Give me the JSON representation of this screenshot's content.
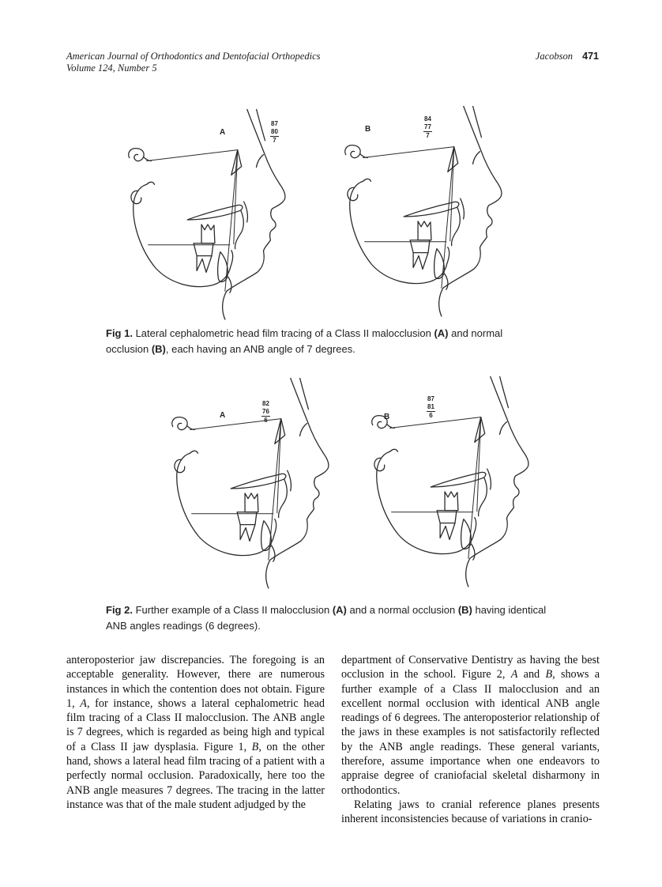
{
  "header": {
    "journal_line1": "American Journal of Orthodontics and Dentofacial Orthopedics",
    "journal_line2": "Volume 124, Number 5",
    "author": "Jacobson",
    "page_number": "471"
  },
  "figures": [
    {
      "id": "fig1",
      "tracings": [
        {
          "label": "A",
          "sna": "87",
          "snb": "80",
          "anb": "7"
        },
        {
          "label": "B",
          "sna": "84",
          "snb": "77",
          "anb": "7"
        }
      ],
      "caption_runs": [
        {
          "t": "Fig 1.",
          "b": 1
        },
        {
          "t": "  Lateral cephalometric head film tracing of a Class II malocclusion "
        },
        {
          "t": "(A)",
          "b": 1
        },
        {
          "t": " and normal occlusion "
        },
        {
          "t": "(B)",
          "b": 1
        },
        {
          "t": ", each having an ANB angle of 7 degrees."
        }
      ]
    },
    {
      "id": "fig2",
      "tracings": [
        {
          "label": "A",
          "sna": "82",
          "snb": "76",
          "anb": "6"
        },
        {
          "label": "B",
          "sna": "87",
          "snb": "81",
          "anb": "6"
        }
      ],
      "caption_runs": [
        {
          "t": "Fig 2.",
          "b": 1
        },
        {
          "t": "  Further example of a Class II malocclusion "
        },
        {
          "t": "(A)",
          "b": 1
        },
        {
          "t": " and a normal occlusion "
        },
        {
          "t": "(B)",
          "b": 1
        },
        {
          "t": " having identical ANB angles readings (6 degrees)."
        }
      ]
    }
  ],
  "body": {
    "left_paragraphs": [
      [
        {
          "t": "anteroposterior jaw discrepancies. The foregoing is an acceptable generality. However, there are numerous instances in which the contention does not obtain. Figure 1, "
        },
        {
          "t": "A",
          "i": 1
        },
        {
          "t": ", for instance, shows a lateral cephalometric head film tracing of a Class II malocclusion. The ANB angle is 7 degrees, which is regarded as being high and typical of a Class II jaw dysplasia. Figure 1, "
        },
        {
          "t": "B",
          "i": 1
        },
        {
          "t": ", on the other hand, shows a lateral head film tracing of a patient with a perfectly normal occlusion. Paradoxically, here too the ANB angle measures 7 degrees. The tracing in the latter instance was that of the male student adjudged by the"
        }
      ]
    ],
    "right_paragraphs": [
      [
        {
          "t": "department of Conservative Dentistry as having the best occlusion in the school. Figure 2, "
        },
        {
          "t": "A",
          "i": 1
        },
        {
          "t": " and "
        },
        {
          "t": "B",
          "i": 1
        },
        {
          "t": ", shows a further example of a Class II malocclusion and an excellent normal occlusion with identical ANB angle readings of 6 degrees. The anteroposterior relationship of the jaws in these examples is not satisfactorily reflected by the ANB angle readings. These general variants, therefore, assume importance when one endeavors to appraise degree of craniofacial skeletal disharmony in orthodontics."
        }
      ],
      [
        {
          "t": "Relating jaws to cranial reference planes presents inherent inconsistencies because of variations in cranio-"
        }
      ]
    ]
  },
  "colors": {
    "ink": "#2a2a2a",
    "paper": "#ffffff"
  }
}
